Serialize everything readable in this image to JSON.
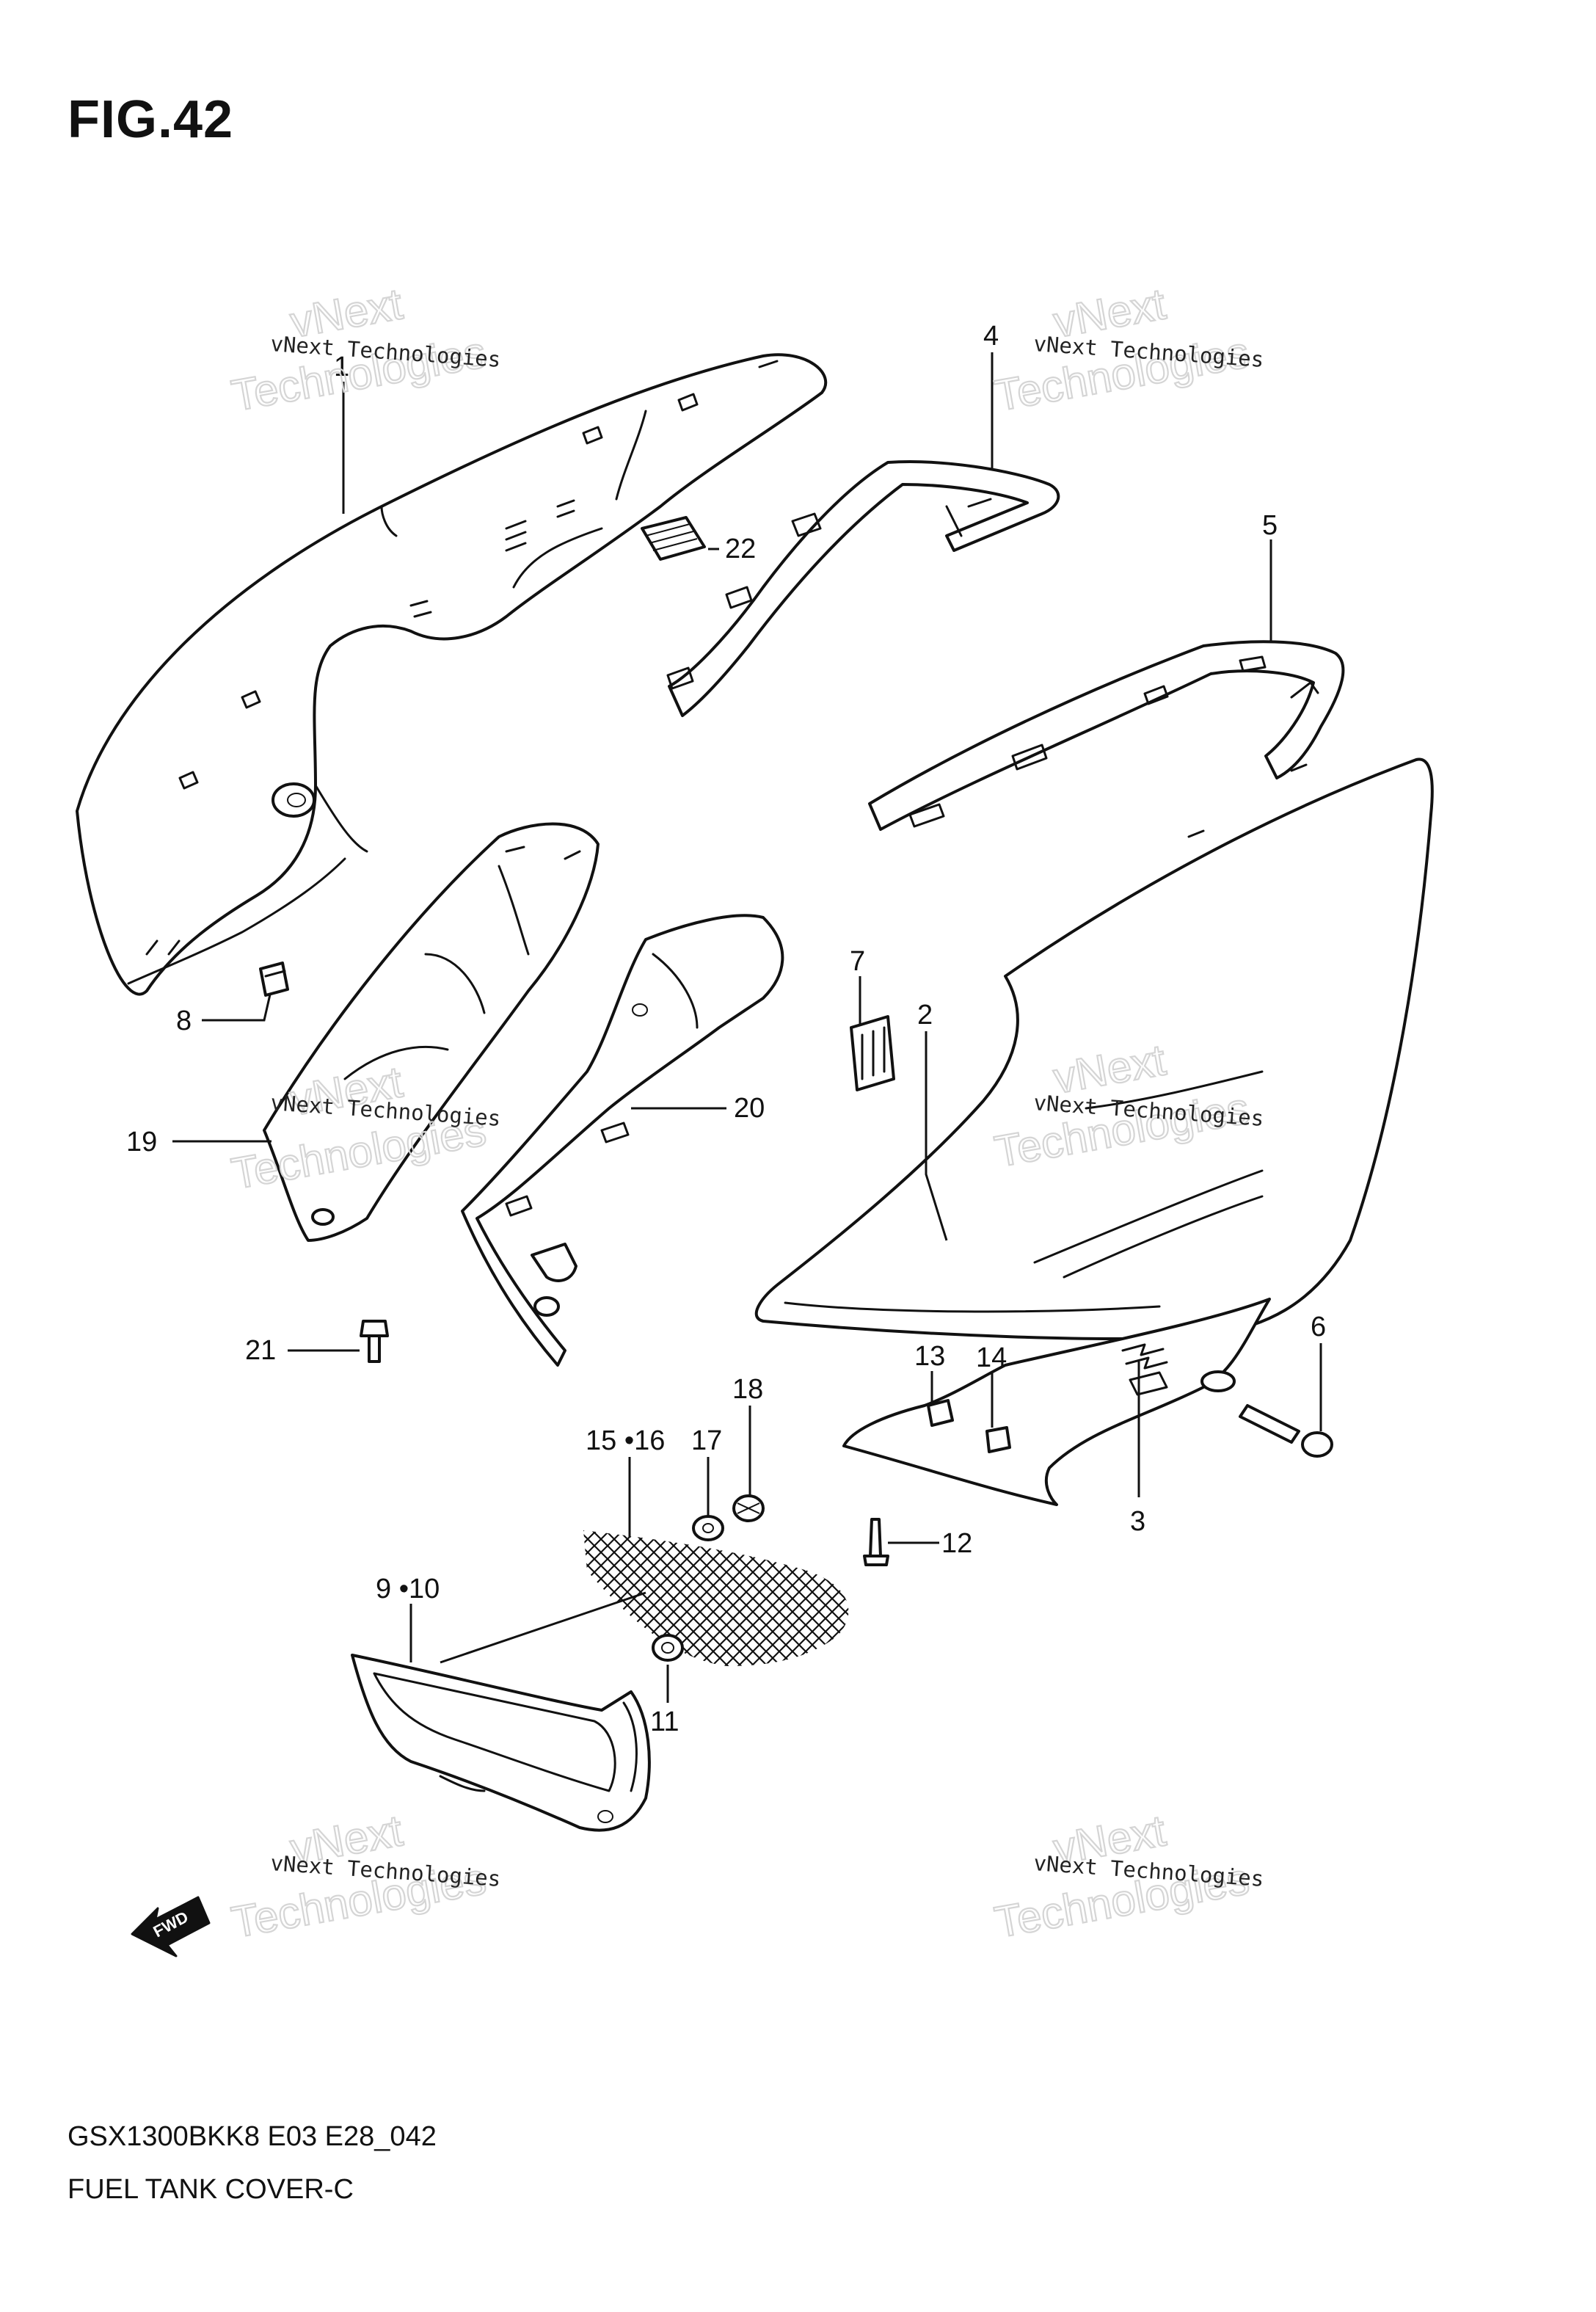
{
  "figure": {
    "title": "FIG.42",
    "model_code": "GSX1300BKK8 E03 E28_042",
    "section_name": "FUEL TANK COVER-C"
  },
  "watermark": {
    "small": "vNext Technologies",
    "big_top": "vNext",
    "big_bottom": "Technologies"
  },
  "fwd_label": "FWD",
  "callouts": [
    {
      "id": "1",
      "label": "1"
    },
    {
      "id": "2",
      "label": "2"
    },
    {
      "id": "3",
      "label": "3"
    },
    {
      "id": "4",
      "label": "4"
    },
    {
      "id": "5",
      "label": "5"
    },
    {
      "id": "6",
      "label": "6"
    },
    {
      "id": "7",
      "label": "7"
    },
    {
      "id": "8",
      "label": "8"
    },
    {
      "id": "9-10",
      "label": "9 •10"
    },
    {
      "id": "11",
      "label": "11"
    },
    {
      "id": "12",
      "label": "12"
    },
    {
      "id": "13",
      "label": "13"
    },
    {
      "id": "14",
      "label": "14"
    },
    {
      "id": "15-16",
      "label": "15 •16"
    },
    {
      "id": "17",
      "label": "17"
    },
    {
      "id": "18",
      "label": "18"
    },
    {
      "id": "19",
      "label": "19"
    },
    {
      "id": "20",
      "label": "20"
    },
    {
      "id": "21",
      "label": "21"
    },
    {
      "id": "22",
      "label": "22"
    }
  ]
}
